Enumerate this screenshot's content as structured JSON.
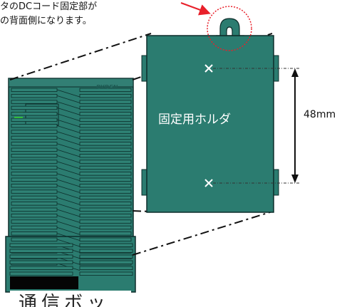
{
  "caption": {
    "line1": "タのDCコード固定部が",
    "line2": "の背面側になります。"
  },
  "holder": {
    "label": "固定用ホルダ"
  },
  "dimension": {
    "label": "48mm"
  },
  "device": {
    "logo": "DYDEN",
    "bottom_text": "通信ボッ"
  },
  "colors": {
    "body": "#2b7c70",
    "outline": "#0d2d2a",
    "arrow": "#e8202a",
    "circle": "#e8202a",
    "led": "#3ddc3d",
    "mark": "#ffffff"
  },
  "icons": {
    "mount_mark": "cross-mark",
    "hook": "keyhole-hook"
  }
}
